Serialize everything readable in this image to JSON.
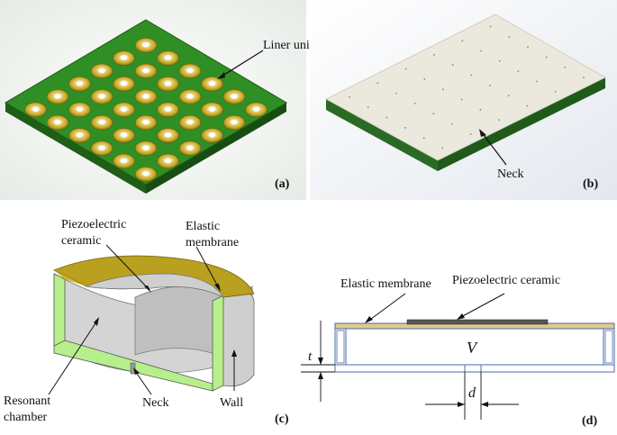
{
  "panel_a": {
    "tag": "(a)",
    "label_liner_unit": "Liner unit",
    "colors": {
      "board_top": "#2f8f24",
      "board_side": "#1f6a18",
      "ring_gold": "#c9ad2b",
      "ring_inner": "#e7e7e7",
      "bg": "#eef2ee"
    }
  },
  "panel_b": {
    "tag": "(b)",
    "label_neck": "Neck",
    "colors": {
      "top": "#ebe8dd",
      "side": "#2a6a24",
      "bg": "#eef0f4"
    }
  },
  "panel_c": {
    "tag": "(c)",
    "label_piezo_1": "Piezoelectric",
    "label_piezo_2": "ceramic",
    "label_elastic_1": "Elastic",
    "label_elastic_2": "membrane",
    "label_resonant_1": "Resonant",
    "label_resonant_2": "chamber",
    "label_neck": "Neck",
    "label_wall": "Wall",
    "colors": {
      "membrane": "#b9a01e",
      "wall": "#b7ef8c",
      "inner": "#c9c9c9",
      "bg": "#f4f4f4"
    }
  },
  "panel_d": {
    "tag": "(d)",
    "label_elastic": "Elastic membrane",
    "label_piezo": "Piezoelectric ceramic",
    "label_V": "V",
    "label_t": "t",
    "label_d": "d",
    "colors": {
      "outline": "#4a6ab0",
      "membrane": "#e2c98a",
      "ceramic": "#555555"
    }
  }
}
